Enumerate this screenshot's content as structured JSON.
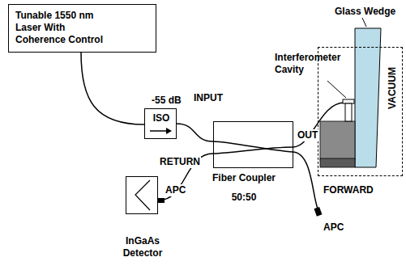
{
  "diagram": {
    "nodes": [
      {
        "text": [
          "Tunable 1550 nm Laser With Coherence Control"
        ]
      },
      {
        "text": [
          "ISO"
        ]
      },
      {
        "text": [
          "Fiber Coupler",
          "50:50"
        ]
      },
      {
        "text": [
          "InGaAs Detector"
        ]
      },
      {
        "text": [
          "VACUUM"
        ]
      }
    ],
    "edges": [
      {
        "from": 0,
        "to": 1,
        "arrow": "none"
      },
      {
        "from": 1,
        "to": 2,
        "label": "INPUT",
        "arrow": "none"
      },
      {
        "from": 2,
        "to": 3,
        "label": "RETURN",
        "arrow": "none"
      }
    ],
    "labels": [
      "-55 dB",
      "OUT",
      "FORWARD",
      "APC",
      "APC",
      "Interferometer Cavity",
      "Glass Wedge"
    ]
  }
}
